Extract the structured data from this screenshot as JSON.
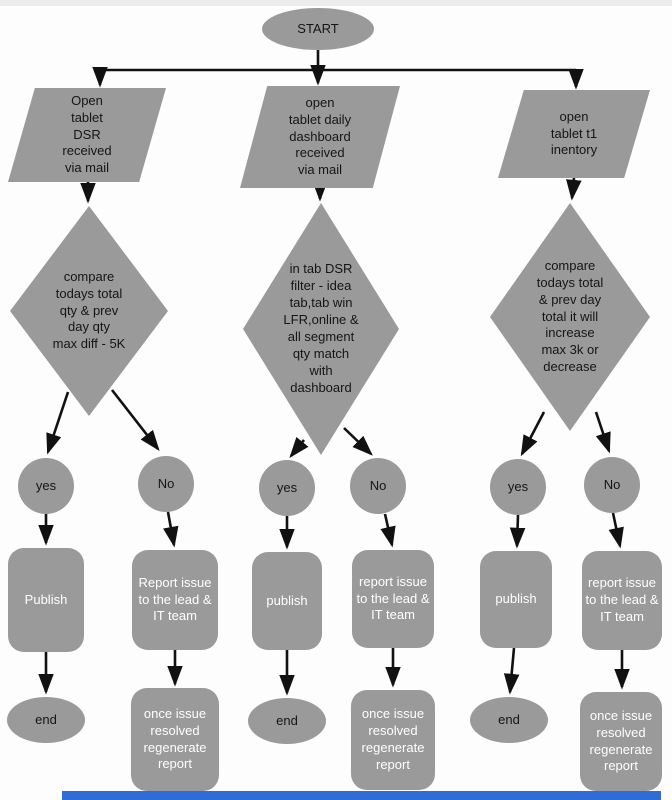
{
  "colors": {
    "shape": "#9a9a9a",
    "arrow": "#111111",
    "footer": "#2f6cd8",
    "light_text": "#ffffff",
    "dark_text": "#151515",
    "background": "#fdfdfd"
  },
  "start": {
    "label": "START"
  },
  "columns": [
    {
      "input": "Open\ntablet\nDSR\nreceived\nvia mail",
      "decision": "compare\ntodays total\nqty & prev\nday qty\nmax diff - 5K",
      "yes_label": "yes",
      "no_label": "No",
      "yes_action": "Publish",
      "no_action": "Report issue\nto the lead &\nIT team",
      "end_label": "end",
      "no_followup": "once issue\nresolved\nregenerate\nreport"
    },
    {
      "input": "open\ntablet daily\ndashboard\nreceived\nvia mail",
      "decision": "in tab DSR\nfilter - idea\ntab,tab win\nLFR,online &\nall segment\nqty match\nwith\ndashboard",
      "yes_label": "yes",
      "no_label": "No",
      "yes_action": "publish",
      "no_action": "report issue\nto the lead &\nIT team",
      "end_label": "end",
      "no_followup": "once issue\nresolved\nregenerate\nreport"
    },
    {
      "input": "open\ntablet t1\ninentory",
      "decision": "compare\ntodays total\n& prev day\ntotal it will\nincrease\nmax 3k or\ndecrease",
      "yes_label": "yes",
      "no_label": "No",
      "yes_action": "publish",
      "no_action": "report issue\nto the lead &\nIT team",
      "end_label": "end",
      "no_followup": "once issue\nresolved\nregenerate\nreport"
    }
  ]
}
